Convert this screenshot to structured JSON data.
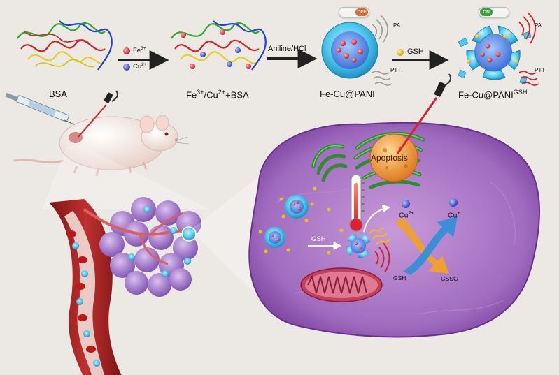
{
  "labels": {
    "bsa": "BSA",
    "fe_ion": "Fe",
    "fe_ion_sup": "3+",
    "cu_ion": "Cu",
    "cu_ion_sup": "2+",
    "complex_fe": "Fe",
    "complex_fe_sup": "3+",
    "complex_mid": "/Cu",
    "complex_cu_sup": "2+",
    "complex_end": "+BSA",
    "aniline": "Aniline/HCl",
    "fecu_pani": "Fe-Cu@PANI",
    "gsh_reagent": "GSH",
    "fecu_pani_gsh": "Fe-Cu@PANI",
    "fecu_pani_gsh_sup": "GSH",
    "pa_off": "PA",
    "ptt_off": "PTT",
    "pa_on": "PA",
    "ptt_on": "PTT",
    "apoptosis": "Apoptosis",
    "cell_gsh": "GSH",
    "cu2": "Cu",
    "cu2_sup": "2+",
    "cu1": "Cu",
    "cu1_sup": "+",
    "cycle_gsh": "GSH",
    "cycle_gssg": "GSSG"
  },
  "toggles": {
    "off_label": "OFF",
    "on_label": "ON"
  },
  "colors": {
    "fe_ion": "#e0404a",
    "cu_ion": "#4a5fd8",
    "pani_shell": "#3fc4e8",
    "cell": "#9a64b8",
    "golgi": "#3aa33a",
    "mitochondria": "#c2405a",
    "laser": "#e0202a",
    "vessel": "#b22a2a",
    "tumor": "#a37ac8",
    "arrow_blue": "#3a8fd8",
    "arrow_orange": "#f0a030",
    "gsh_dot": "#e8c020"
  }
}
